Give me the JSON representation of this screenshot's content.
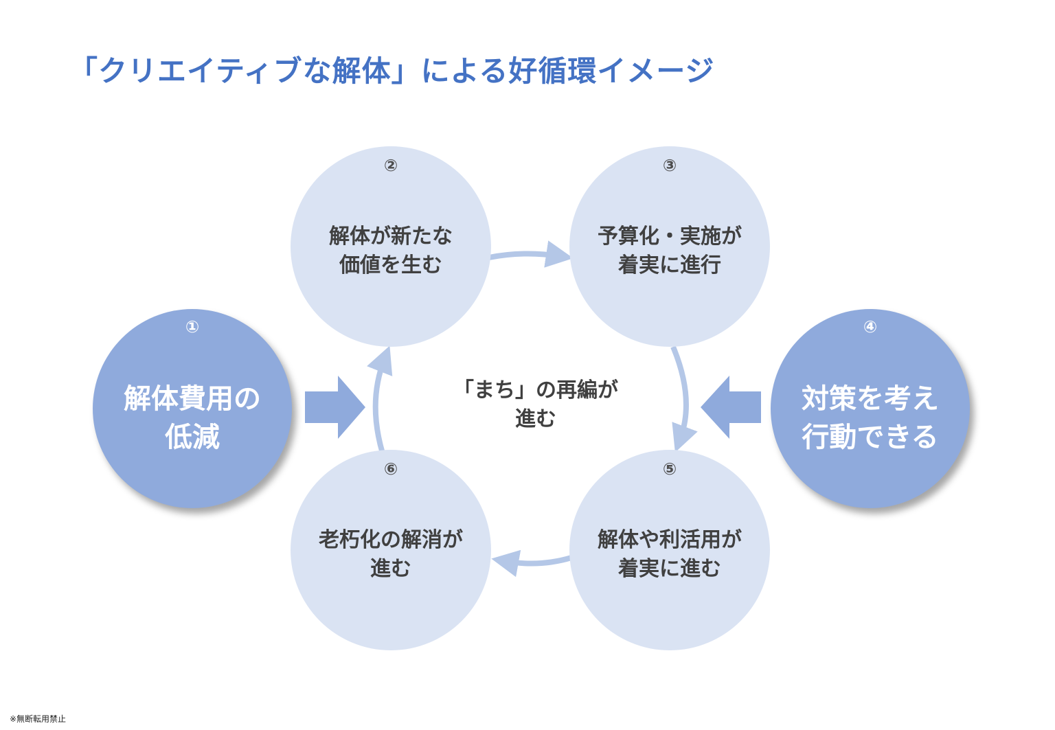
{
  "title": "「クリエイティブな解体」による好循環イメージ",
  "center_text": {
    "line1": "「まち」の再編が",
    "line2": "進む"
  },
  "steps": [
    {
      "num": "①",
      "line1": "解体費用の",
      "line2": "低減"
    },
    {
      "num": "②",
      "line1": "解体が新たな",
      "line2": "価値を生む"
    },
    {
      "num": "③",
      "line1": "予算化・実施が",
      "line2": "着実に進行"
    },
    {
      "num": "④",
      "line1": "対策を考え",
      "line2": "行動できる"
    },
    {
      "num": "⑤",
      "line1": "解体や利活用が",
      "line2": "着実に進む"
    },
    {
      "num": "⑥",
      "line1": "老朽化の解消が",
      "line2": "進む"
    }
  ],
  "footer": "※無断転用禁止",
  "colors": {
    "title": "#4472c4",
    "light_circle": "#dae3f3",
    "dark_circle": "#8faadc",
    "arrow": "#b4c7e7",
    "block_arrow": "#8faadc",
    "text": "#404040"
  }
}
